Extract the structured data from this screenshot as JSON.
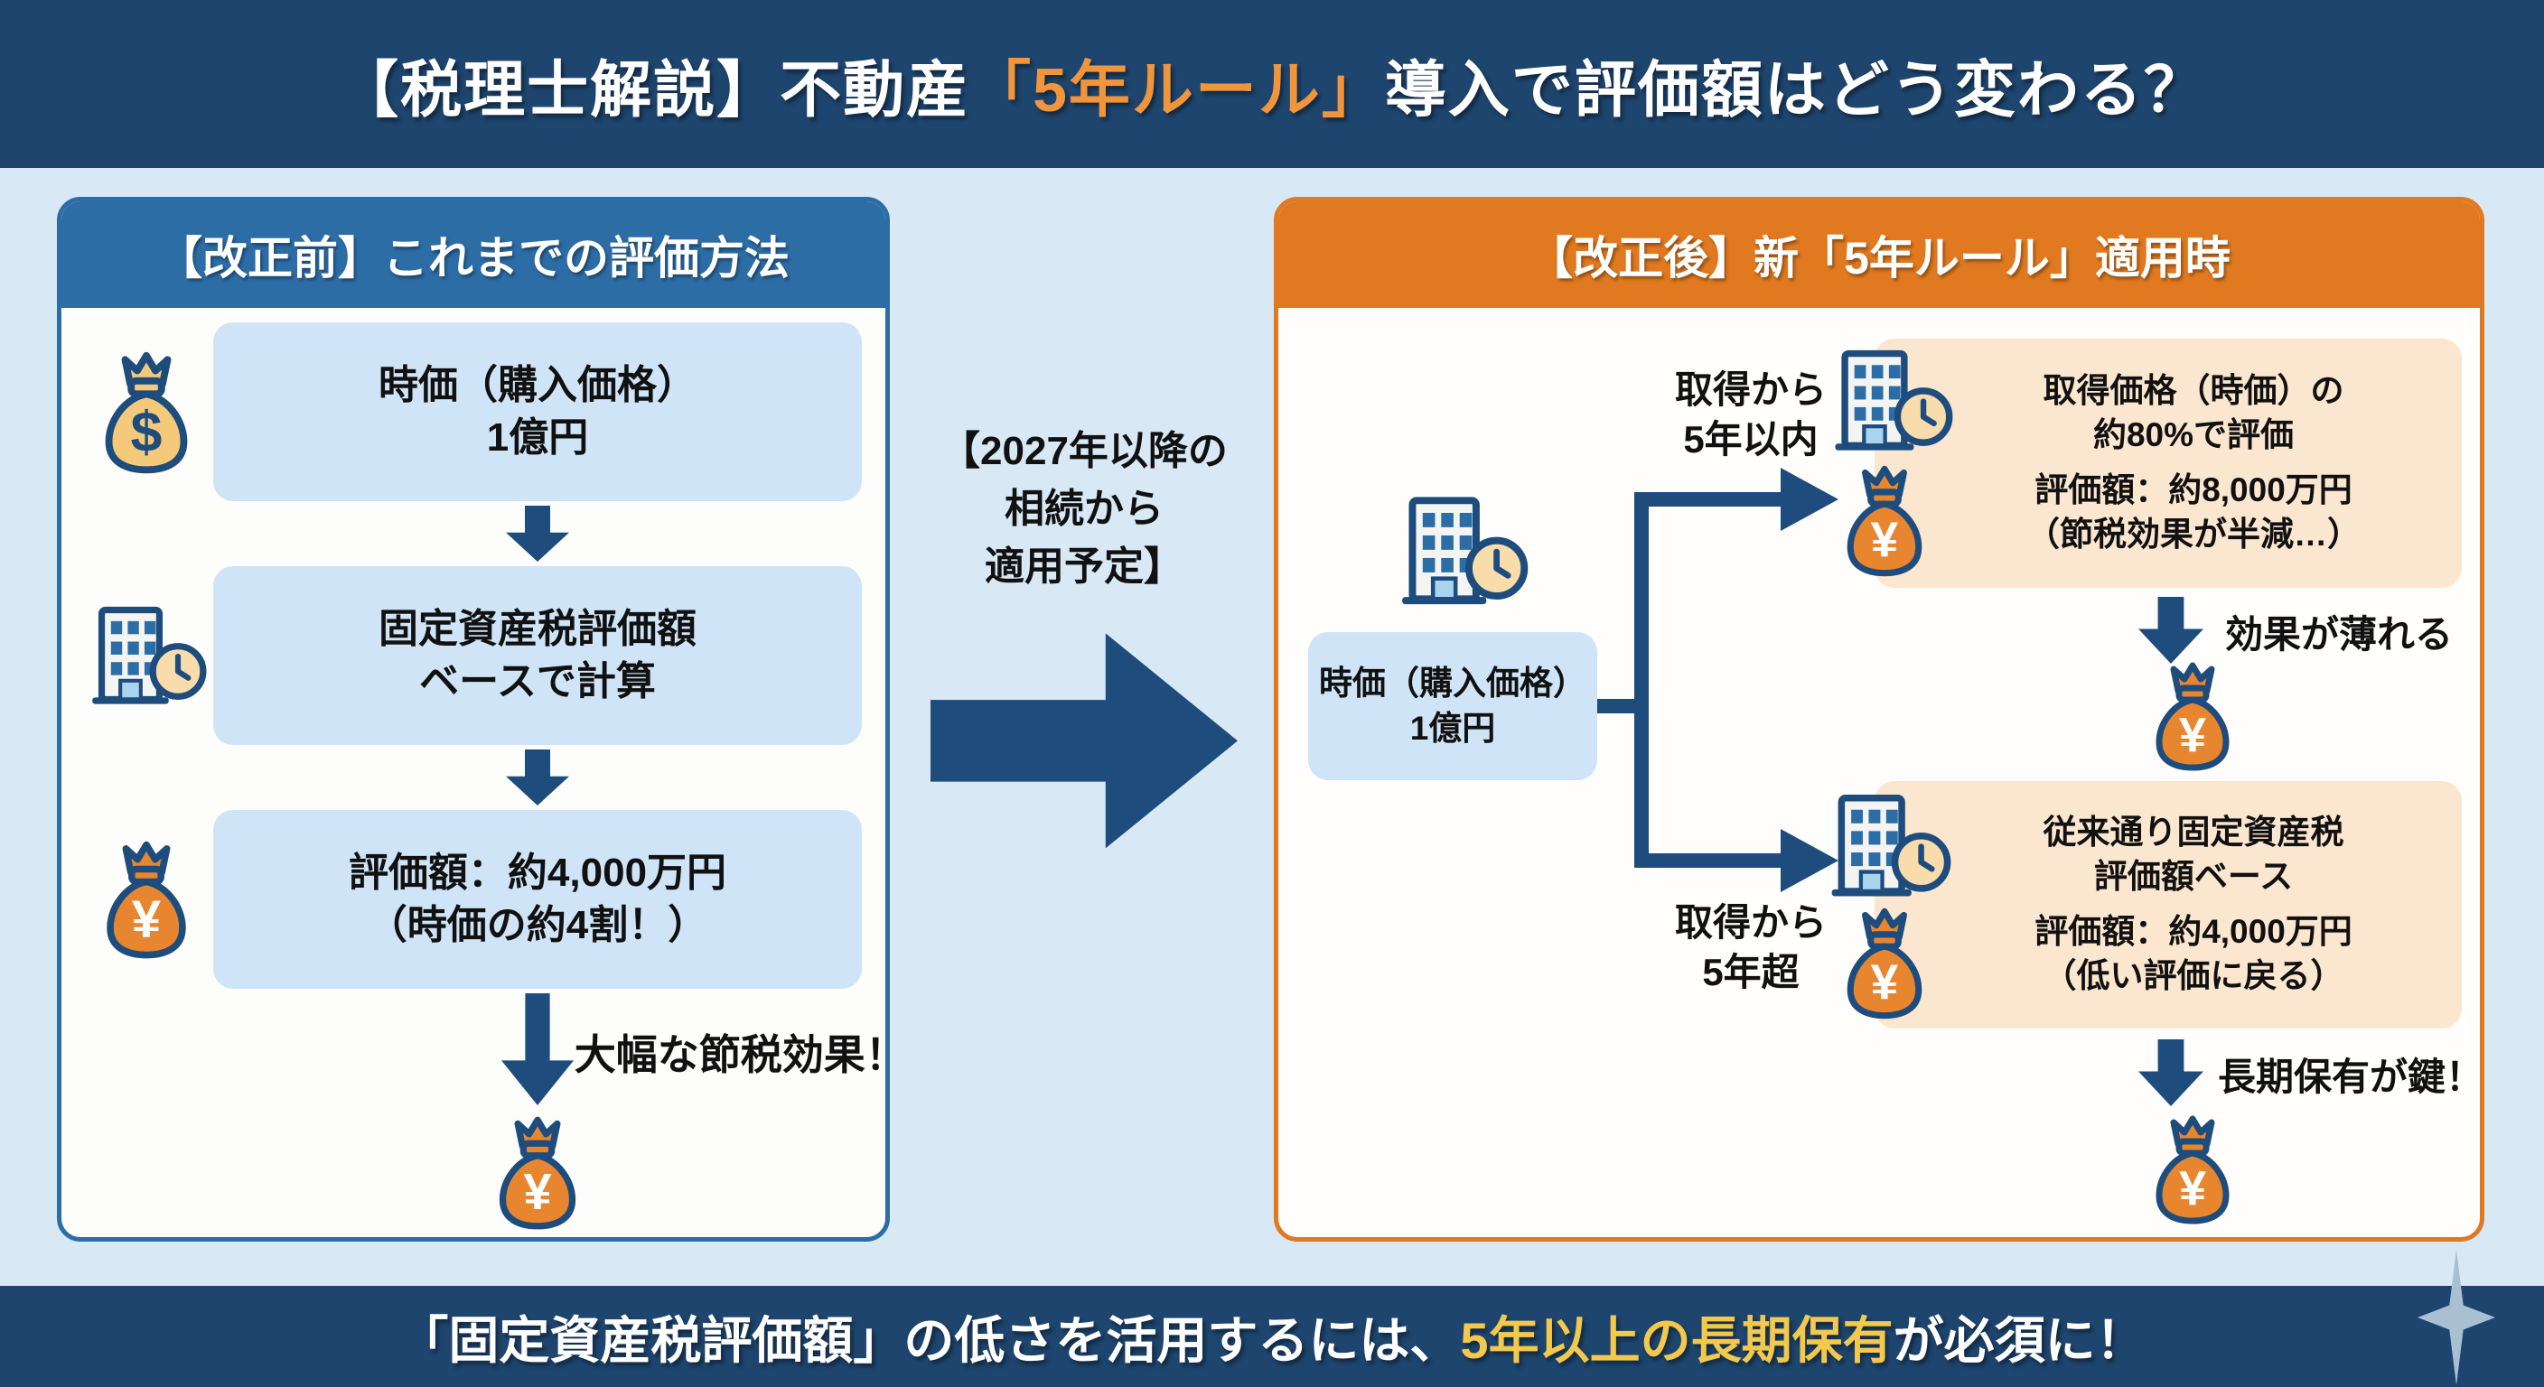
{
  "title": {
    "part1": "【税理士解説】不動産",
    "highlight": "「5年ルール」",
    "part2": "導入で評価額はどう変わる？"
  },
  "left_panel": {
    "header": "【改正前】これまでの評価方法",
    "steps": [
      {
        "line1": "時価（購入価格）",
        "line2": "1億円"
      },
      {
        "line1": "固定資産税評価額",
        "line2": "ベースで計算"
      },
      {
        "line1": "評価額：約4,000万円",
        "line2": "（時価の約4割！）"
      }
    ],
    "arrow_label": "大幅な節税効果！"
  },
  "transition": {
    "line1": "【2027年以降の",
    "line2": "相続から",
    "line3": "適用予定】"
  },
  "right_panel": {
    "header": "【改正後】新「5年ルール」適用時",
    "source_box": {
      "line1": "時価（購入価格）",
      "line2": "1億円"
    },
    "branch_top": {
      "label_line1": "取得から",
      "label_line2": "5年以内",
      "box": {
        "line1": "取得価格（時価）の",
        "line2": "約80%で評価",
        "line3": "評価額：約8,000万円",
        "line4": "（節税効果が半減…）"
      },
      "arrow_label": "効果が薄れる"
    },
    "branch_bottom": {
      "label_line1": "取得から",
      "label_line2": "5年超",
      "box": {
        "line1": "従来通り固定資産税",
        "line2": "評価額ベース",
        "line3": "評価額：約4,000万円",
        "line4": "（低い評価に戻る）"
      },
      "arrow_label": "長期保有が鍵！"
    }
  },
  "footer": {
    "part1": "「固定資産税評価額」の低さを活用するには、",
    "highlight": "5年以上の長期保有",
    "part2": "が必須に！"
  },
  "colors": {
    "navy_bar": "#1e456e",
    "panel_blue": "#2d6da6",
    "panel_orange": "#e0791f",
    "light_blue_box": "#cfe5f7",
    "peach_box": "#fbe6cf",
    "arrow_navy": "#1d4c7d",
    "bag_orange": "#e8862f",
    "bag_tan": "#f4c97a",
    "highlight_title_orange": "#f0953c",
    "highlight_footer_yellow": "#f2c94c",
    "page_bg": "#d8e8f4"
  }
}
